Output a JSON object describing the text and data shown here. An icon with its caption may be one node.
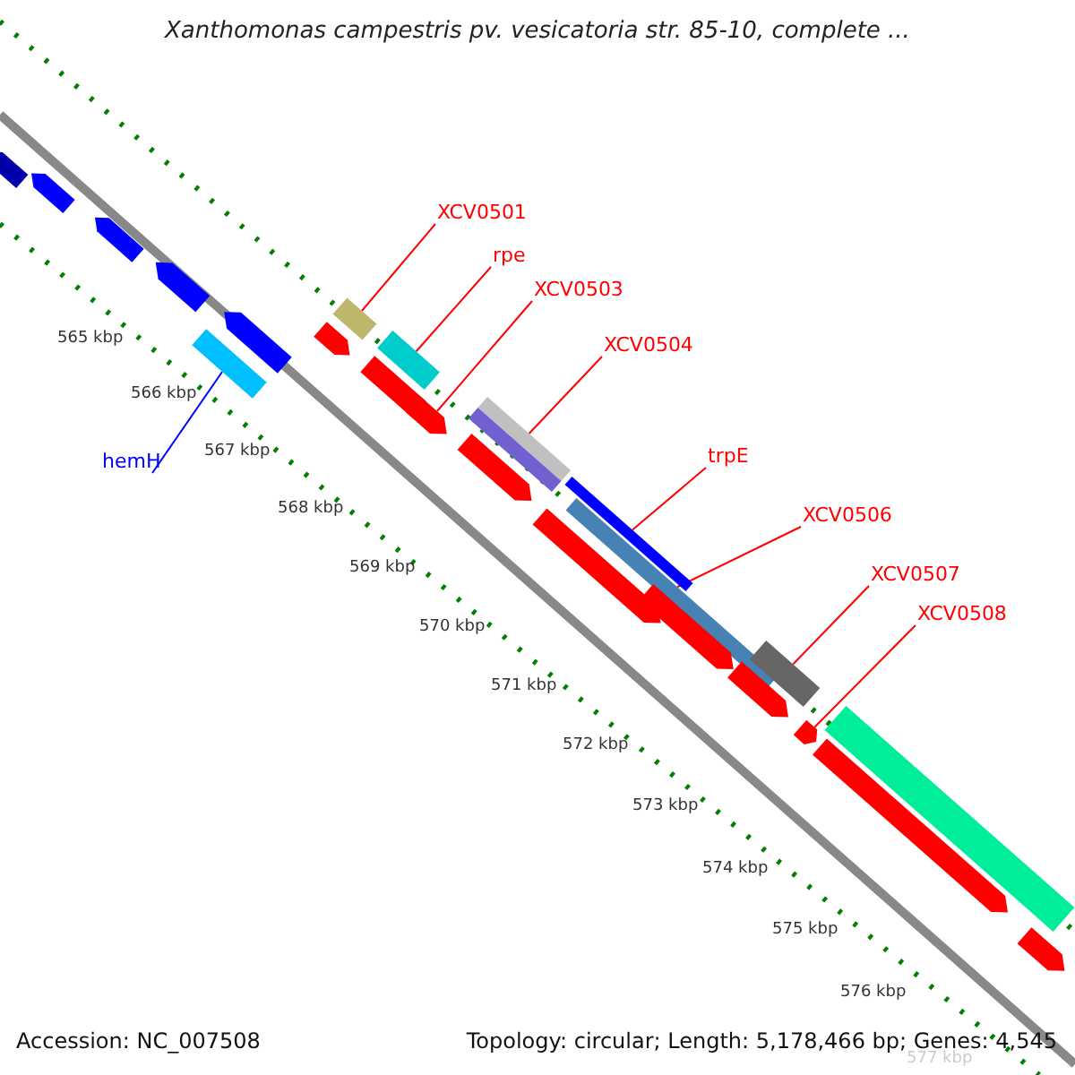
{
  "diagram": {
    "title": "Xanthomonas campestris pv. vesicatoria str. 85-10, complete ...",
    "nodes": [
      {
        "text": [
          "XCV0501"
        ]
      },
      {
        "text": [
          "rpe"
        ]
      },
      {
        "text": [
          "XCV0503"
        ]
      },
      {
        "text": [
          "XCV0504"
        ]
      },
      {
        "text": [
          "trpE"
        ]
      },
      {
        "text": [
          "hemH"
        ]
      },
      {
        "text": [
          "XCV0506"
        ]
      },
      {
        "text": [
          "XCV0507"
        ]
      },
      {
        "text": [
          "XCV0508"
        ]
      },
      {
        "text": [],
        "shape": "bar"
      },
      {
        "text": [],
        "shape": "bar"
      },
      {
        "text": [],
        "shape": "bar"
      },
      {
        "text": [],
        "shape": "bar"
      },
      {
        "text": [],
        "shape": "bar"
      },
      {
        "text": [],
        "shape": "bar"
      },
      {
        "text": [],
        "shape": "bar"
      },
      {
        "text": [],
        "shape": "bar"
      },
      {
        "text": [],
        "shape": "bar"
      },
      {
        "text": [],
        "shape": "bar"
      },
      {
        "text": [],
        "shape": "bar"
      },
      {
        "text": [],
        "shape": "bar"
      },
      {
        "text": [],
        "shape": "bar"
      },
      {
        "text": [],
        "shape": "bar"
      },
      {
        "text": [],
        "shape": "bar"
      },
      {
        "text": [],
        "shape": "bar"
      },
      {
        "text": [],
        "shape": "bar"
      },
      {
        "text": [],
        "shape": "bar"
      },
      {
        "text": [],
        "shape": "bar"
      },
      {
        "text": [],
        "shape": "bar"
      },
      {
        "text": [],
        "shape": "bar"
      },
      {
        "text": [],
        "shape": "bar"
      },
      {
        "text": [],
        "shape": "bar"
      }
    ],
    "edges": [
      {
        "from": 0,
        "to": 9,
        "arrow": "none"
      },
      {
        "from": 1,
        "to": 10,
        "arrow": "none"
      },
      {
        "from": 2,
        "to": 11,
        "arrow": "none"
      },
      {
        "from": 3,
        "to": 12,
        "arrow": "none"
      },
      {
        "from": 4,
        "to": 13,
        "arrow": "none"
      },
      {
        "from": 5,
        "to": 14,
        "arrow": "none",
        "color": "#0000ff"
      },
      {
        "from": 6,
        "to": 15,
        "arrow": "none"
      },
      {
        "from": 7,
        "to": 16,
        "arrow": "none"
      },
      {
        "from": 8,
        "to": 17,
        "arrow": "none"
      }
    ],
    "labels": [
      "565 kbp",
      "566 kbp",
      "567 kbp",
      "568 kbp",
      "569 kbp",
      "570 kbp",
      "571 kbp",
      "572 kbp",
      "573 kbp",
      "574 kbp",
      "575 kbp",
      "576 kbp",
      "577 kbp",
      "Accession: NC_007508",
      "Topology: circular; Length: 5,178,466 bp; Genes: 4,545"
    ]
  }
}
